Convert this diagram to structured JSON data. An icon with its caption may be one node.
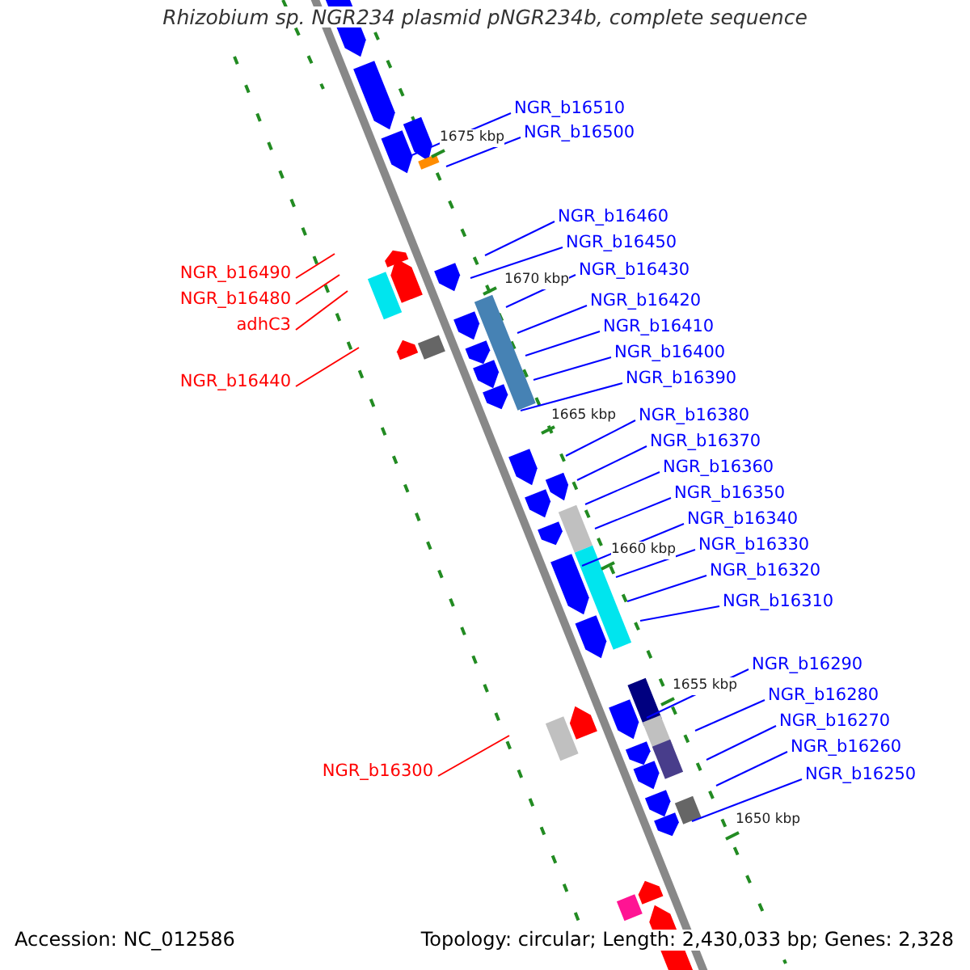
{
  "diagram": {
    "title": "Rhizobium sp. NGR234 plasmid pNGR234b, complete sequence",
    "nodes": [
      {
        "text": [
          "NGR_b16510"
        ]
      },
      {
        "text": [
          "NGR_b16500"
        ]
      },
      {
        "text": [
          "NGR_b16460"
        ]
      },
      {
        "text": [
          "NGR_b16450"
        ]
      },
      {
        "text": [
          "NGR_b16490"
        ]
      },
      {
        "text": [
          "NGR_b16430"
        ]
      },
      {
        "text": [
          "NGR_b16480"
        ]
      },
      {
        "text": [
          "NGR_b16420"
        ]
      },
      {
        "text": [
          "adhC3"
        ]
      },
      {
        "text": [
          "NGR_b16410"
        ]
      },
      {
        "text": [
          "NGR_b16400"
        ]
      },
      {
        "text": [
          "NGR_b16390"
        ]
      },
      {
        "text": [
          "NGR_b16440"
        ]
      },
      {
        "text": [
          "NGR_b16380"
        ]
      },
      {
        "text": [
          "NGR_b16370"
        ]
      },
      {
        "text": [
          "NGR_b16360"
        ]
      },
      {
        "text": [
          "NGR_b16350"
        ]
      },
      {
        "text": [
          "NGR_b16340"
        ]
      },
      {
        "text": [
          "NGR_b16330"
        ]
      },
      {
        "text": [
          "NGR_b16320"
        ]
      },
      {
        "text": [
          "NGR_b16310"
        ]
      },
      {
        "text": [
          "NGR_b16290"
        ]
      },
      {
        "text": [
          "NGR_b16280"
        ]
      },
      {
        "text": [
          "NGR_b16270"
        ]
      },
      {
        "text": [
          "NGR_b16260"
        ]
      },
      {
        "text": [
          "NGR_b16300"
        ]
      },
      {
        "text": [
          "NGR_b16250"
        ]
      }
    ],
    "edges": [
      {
        "from": 0,
        "to": null,
        "arrow": "none"
      },
      {
        "from": 1,
        "to": null,
        "arrow": "none"
      },
      {
        "from": 2,
        "to": null,
        "arrow": "none"
      },
      {
        "from": 3,
        "to": null,
        "arrow": "none"
      },
      {
        "from": 4,
        "to": null,
        "arrow": "none",
        "color": "#ff0000"
      },
      {
        "from": 5,
        "to": null,
        "arrow": "none"
      },
      {
        "from": 6,
        "to": null,
        "arrow": "none",
        "color": "#ff0000"
      },
      {
        "from": 7,
        "to": null,
        "arrow": "none"
      },
      {
        "from": 8,
        "to": null,
        "arrow": "none",
        "color": "#ff0000"
      },
      {
        "from": 9,
        "to": null,
        "arrow": "none"
      },
      {
        "from": 10,
        "to": null,
        "arrow": "none"
      },
      {
        "from": 11,
        "to": null,
        "arrow": "none"
      },
      {
        "from": 12,
        "to": null,
        "arrow": "none",
        "color": "#ff0000"
      },
      {
        "from": 13,
        "to": null,
        "arrow": "none"
      },
      {
        "from": 14,
        "to": null,
        "arrow": "none"
      },
      {
        "from": 15,
        "to": null,
        "arrow": "none"
      },
      {
        "from": 16,
        "to": null,
        "arrow": "none"
      },
      {
        "from": 17,
        "to": null,
        "arrow": "none"
      },
      {
        "from": 18,
        "to": null,
        "arrow": "none"
      },
      {
        "from": 19,
        "to": null,
        "arrow": "none"
      },
      {
        "from": 20,
        "to": null,
        "arrow": "none"
      },
      {
        "from": 21,
        "to": null,
        "arrow": "none"
      },
      {
        "from": 22,
        "to": null,
        "arrow": "none"
      },
      {
        "from": 23,
        "to": null,
        "arrow": "none"
      },
      {
        "from": 24,
        "to": null,
        "arrow": "none"
      },
      {
        "from": 25,
        "to": null,
        "arrow": "none",
        "color": "#ff0000"
      },
      {
        "from": 26,
        "to": null,
        "arrow": "none"
      }
    ],
    "labels": [
      "1675 kbp",
      "1670 kbp",
      "1665 kbp",
      "1660 kbp",
      "1655 kbp",
      "1650 kbp",
      "Accession: NC_012586",
      "Topology: circular; Length: 2,430,033 bp; Genes: 2,328"
    ]
  }
}
